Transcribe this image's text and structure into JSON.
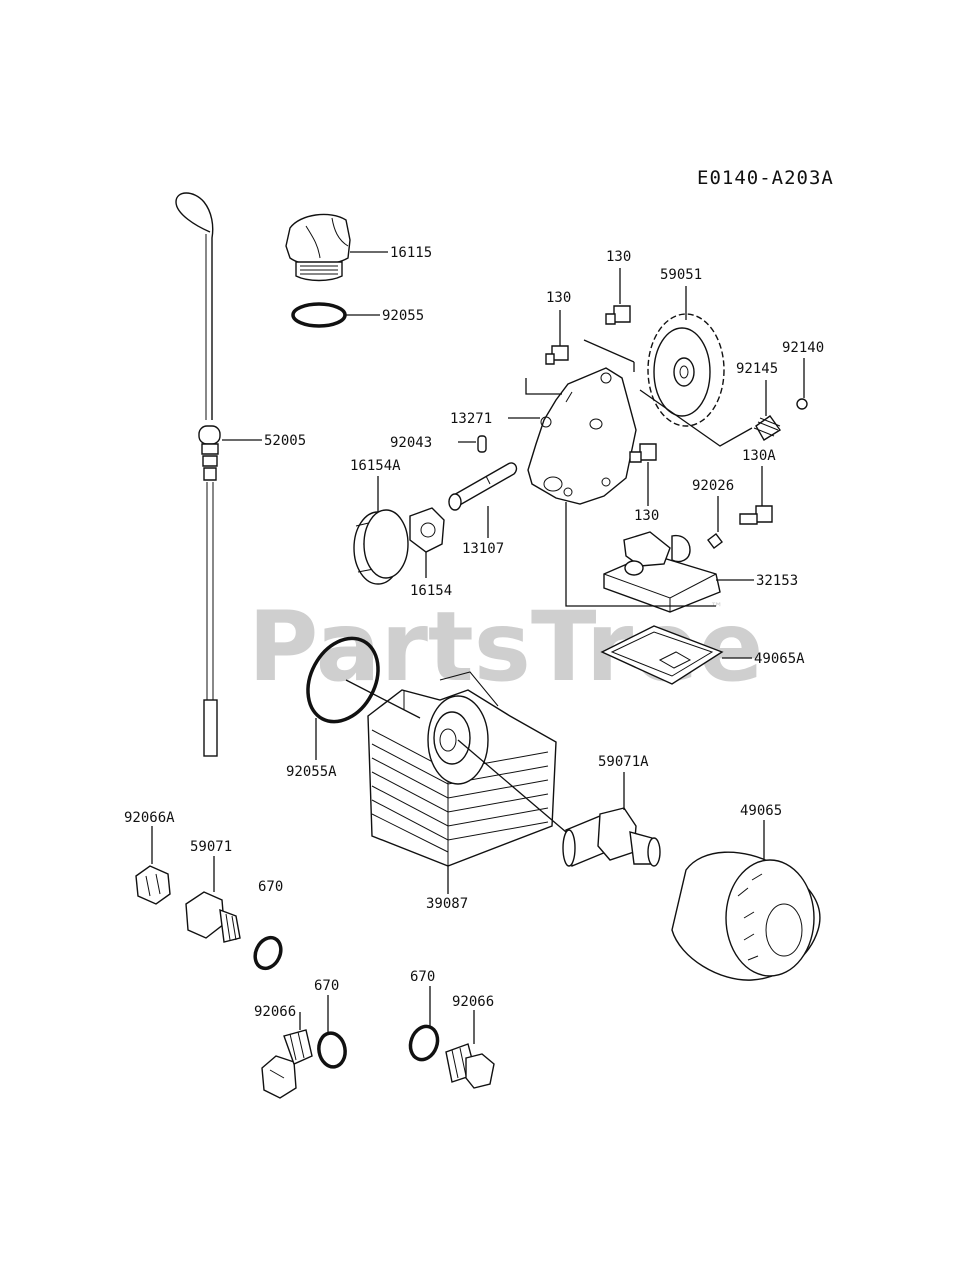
{
  "diagram_code": "E0140-A203A",
  "watermark": "PartsTree",
  "watermark_tm": "™",
  "labels": {
    "p16115": "16115",
    "p92055": "92055",
    "p52005": "52005",
    "p130a": "130",
    "p130b": "130",
    "p130c": "130",
    "p59051": "59051",
    "p92140": "92140",
    "p92145": "92145",
    "p13271": "13271",
    "p92043": "92043",
    "p16154A": "16154A",
    "p16154": "16154",
    "p13107": "13107",
    "p130A": "130A",
    "p92026": "92026",
    "p32153": "32153",
    "p49065A": "49065A",
    "p92055A": "92055A",
    "p59071A": "59071A",
    "p49065": "49065",
    "p39087": "39087",
    "p92066A": "92066A",
    "p59071": "59071",
    "p670a": "670",
    "p670b": "670",
    "p670c": "670",
    "p92066a": "92066",
    "p92066b": "92066"
  }
}
